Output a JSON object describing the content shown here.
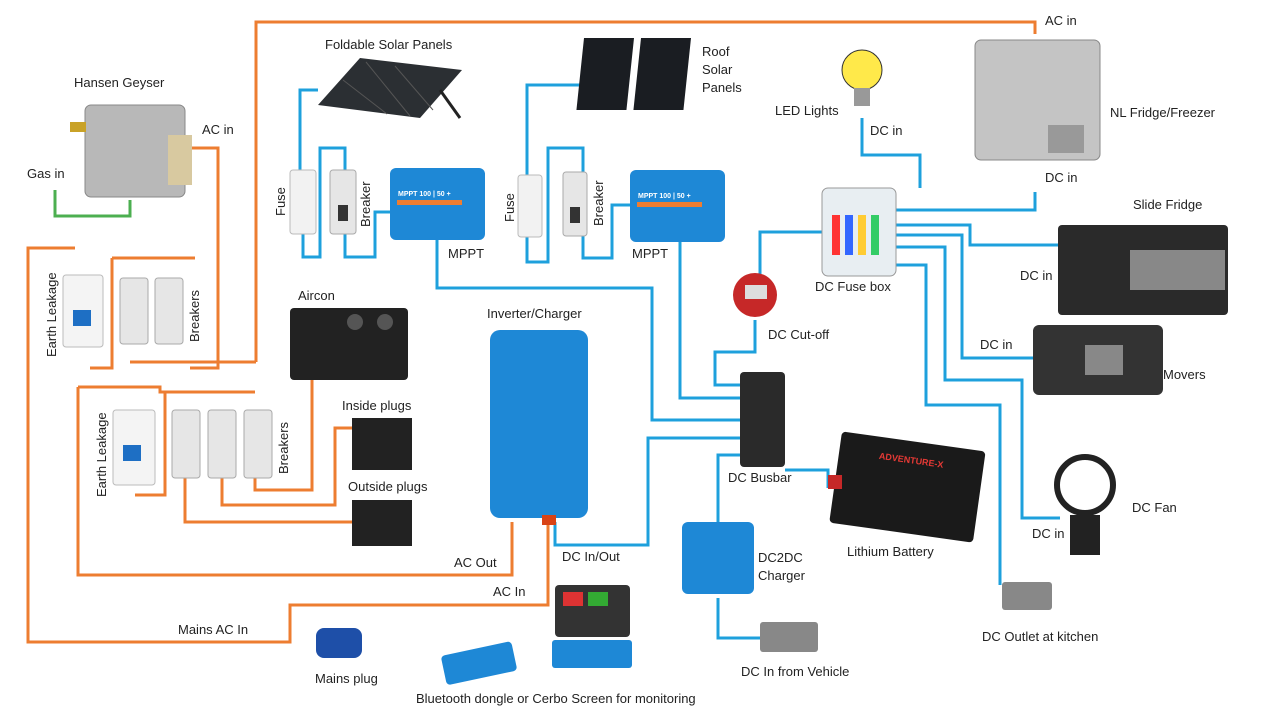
{
  "colors": {
    "ac": "#ed7d31",
    "dc": "#1ea0dc",
    "gas": "#4caf50",
    "victron": "#1e88d6"
  },
  "labels": {
    "foldable_panels": "Foldable Solar Panels",
    "roof_panels_1": "Roof",
    "roof_panels_2": "Solar",
    "roof_panels_3": "Panels",
    "geyser": "Hansen Geyser",
    "geyser_ac_in": "AC in",
    "gas_in": "Gas in",
    "fuse_1": "Fuse",
    "breaker_1": "Breaker",
    "mppt_1": "MPPT",
    "fuse_2": "Fuse",
    "breaker_2": "Breaker",
    "mppt_2": "MPPT",
    "led_lights": "LED Lights",
    "led_dc_in": "DC in",
    "fridge_ac_in": "AC in",
    "nl_fridge": "NL Fridge/Freezer",
    "fridge_dc_in": "DC in",
    "slide_fridge": "Slide Fridge",
    "slide_dc_in": "DC in",
    "fuse_box": "DC Fuse box",
    "cut_off": "DC Cut-off",
    "movers_dc_in": "DC in",
    "movers": "Movers",
    "aircon": "Aircon",
    "earth_leakage_1": "Earth Leakage",
    "breakers_1": "Breakers",
    "inverter": "Inverter/Charger",
    "inside_plugs": "Inside plugs",
    "outside_plugs": "Outside plugs",
    "earth_leakage_2": "Earth Leakage",
    "breakers_2": "Breakers",
    "busbar": "DC Busbar",
    "fan": "DC Fan",
    "fan_dc_in": "DC in",
    "battery": "Lithium Battery",
    "ac_out": "AC Out",
    "dc_in_out": "DC In/Out",
    "dc2dc_1": "DC2DC",
    "dc2dc_2": "Charger",
    "ac_in": "AC In",
    "mains_ac_in": "Mains AC In",
    "outlet": "DC Outlet at kitchen",
    "vehicle": "DC In from Vehicle",
    "mains_plug": "Mains plug",
    "monitoring": "Bluetooth dongle or Cerbo Screen for monitoring"
  },
  "device_text": {
    "mppt_model": "MPPT 100 | 50 +",
    "battery_brand": "ADVENTURE-X"
  }
}
